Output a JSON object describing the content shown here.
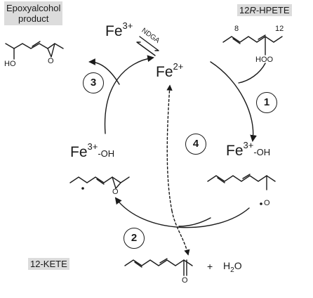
{
  "labels": {
    "epoxy_product": [
      "Epoxyalcohol",
      "product"
    ],
    "hpete": [
      "12",
      "R",
      "-HPETE"
    ],
    "kete": "12-KETE",
    "plus": "+",
    "water": [
      "H",
      "2",
      "O"
    ],
    "ndga": "NDGA"
  },
  "iron": {
    "fe3_top": {
      "base": "Fe",
      "charge": "3+"
    },
    "fe2": {
      "base": "Fe",
      "charge": "2+"
    },
    "fe3_oh_left": {
      "base": "Fe",
      "charge": "3+",
      "suffix": "-OH"
    },
    "fe3_oh_right": {
      "base": "Fe",
      "charge": "3+",
      "suffix": "-OH"
    }
  },
  "carbon_numbers": {
    "c8": "8",
    "c12": "12"
  },
  "atoms": {
    "ho": "HO",
    "hoo": "HOO",
    "o_epox_top": "O",
    "o_epox_left": "O",
    "o_alkoxyl": "O",
    "o_ketone": "O"
  },
  "steps": [
    "1",
    "2",
    "3",
    "4"
  ]
}
